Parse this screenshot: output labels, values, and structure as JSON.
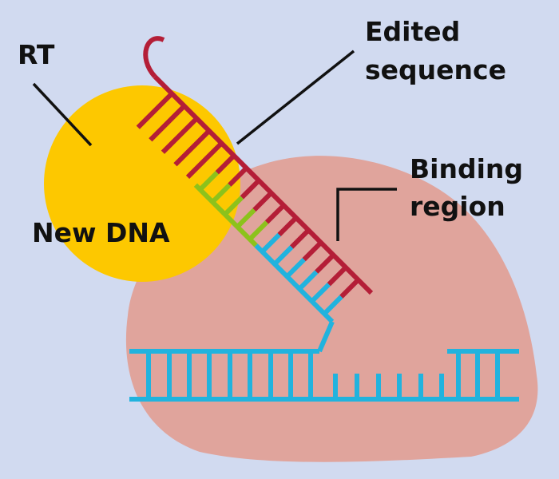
{
  "labels": {
    "rt": "RT",
    "edited_line1": "Edited",
    "edited_line2": "sequence",
    "binding_line1": "Binding",
    "binding_line2": "region",
    "new_dna": "New DNA"
  },
  "components": {
    "rt_enzyme": "reverse-transcriptase",
    "cas_protein": "cas9-nickase",
    "target_dna": "target-dna",
    "pegRNA": "prime-editing-guide-rna",
    "new_dna_strand": "synthesized-dna"
  },
  "colors": {
    "background": "#d1daf0",
    "rt_circle": "#fdc800",
    "cas_blob": "#e0a49c",
    "rna_strand": "#b41e37",
    "new_dna_strand": "#8cc21c",
    "target_dna_strand": "#21b3de",
    "text": "#111111",
    "pointer_line": "#111111"
  }
}
